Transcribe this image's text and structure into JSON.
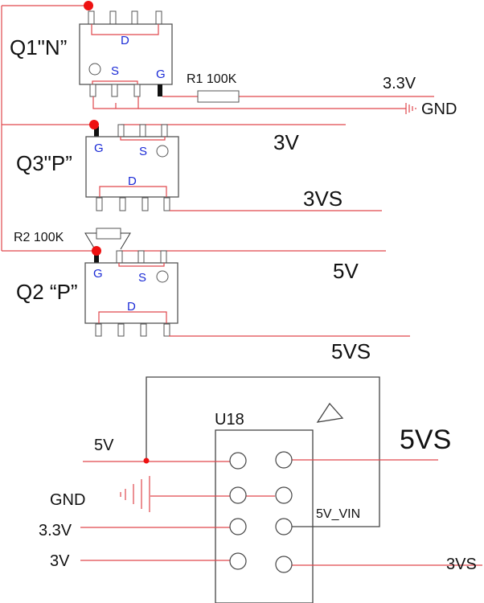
{
  "colors": {
    "wire": "#e0474c",
    "junction": "#ee1111",
    "pin_labels": "#1a2ad6",
    "outline": "#444444"
  },
  "q1": {
    "label": "Q1\"N”",
    "d": "D",
    "s": "S",
    "g": "G"
  },
  "q3": {
    "label": "Q3\"P”",
    "d": "D",
    "s": "S",
    "g": "G"
  },
  "q2": {
    "label": "Q2 “P”",
    "d": "D",
    "s": "S",
    "g": "G"
  },
  "r1": {
    "label": "R1 100K"
  },
  "r2": {
    "label": "R2 100K"
  },
  "nets": {
    "v33": "3.3V",
    "gnd": "GND",
    "v3": "3V",
    "v3s": "3VS",
    "v5": "5V",
    "v5s": "5VS"
  },
  "u18": {
    "label": "U18",
    "left": {
      "v5": "5V",
      "gnd": "GND",
      "v33": "3.3V",
      "v3": "3V"
    },
    "right": {
      "v5s": "5VS",
      "v5vin": "5V_VIN",
      "v3s": "3VS"
    }
  }
}
